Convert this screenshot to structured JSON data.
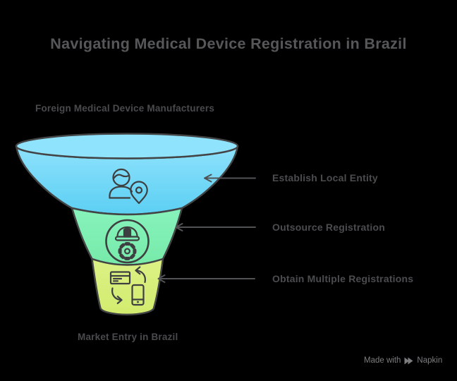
{
  "title": "Navigating Medical Device Registration in Brazil",
  "funnel": {
    "top_label": "Foreign Medical Device Manufacturers",
    "bottom_label": "Market Entry in Brazil",
    "stages": [
      {
        "label": "Establish Local Entity",
        "color": "#77DDFA",
        "icon": "person-location-icon"
      },
      {
        "label": "Outsource Registration",
        "color": "#7FEFB3",
        "icon": "engineer-gear-icon"
      },
      {
        "label": "Obtain Multiple Registrations",
        "color": "#D7EE7A",
        "icon": "devices-sync-icon"
      }
    ]
  },
  "watermark": {
    "made_with": "Made with",
    "brand": "Napkin"
  },
  "colors": {
    "background": "#000000",
    "title_text": "#565759",
    "label_text": "#4B4C4E",
    "outline": "#434445",
    "icon_stroke": "#3E3F41",
    "arrow": "#515254",
    "watermark_text": "#7C7D7F",
    "blue_top": "#8EE2FC",
    "blue_bottom": "#5CCFF3",
    "green_top": "#87F3BC",
    "green_bottom": "#77EAA9",
    "yellow_top": "#DCF186",
    "yellow_bottom": "#D2EC6E"
  }
}
